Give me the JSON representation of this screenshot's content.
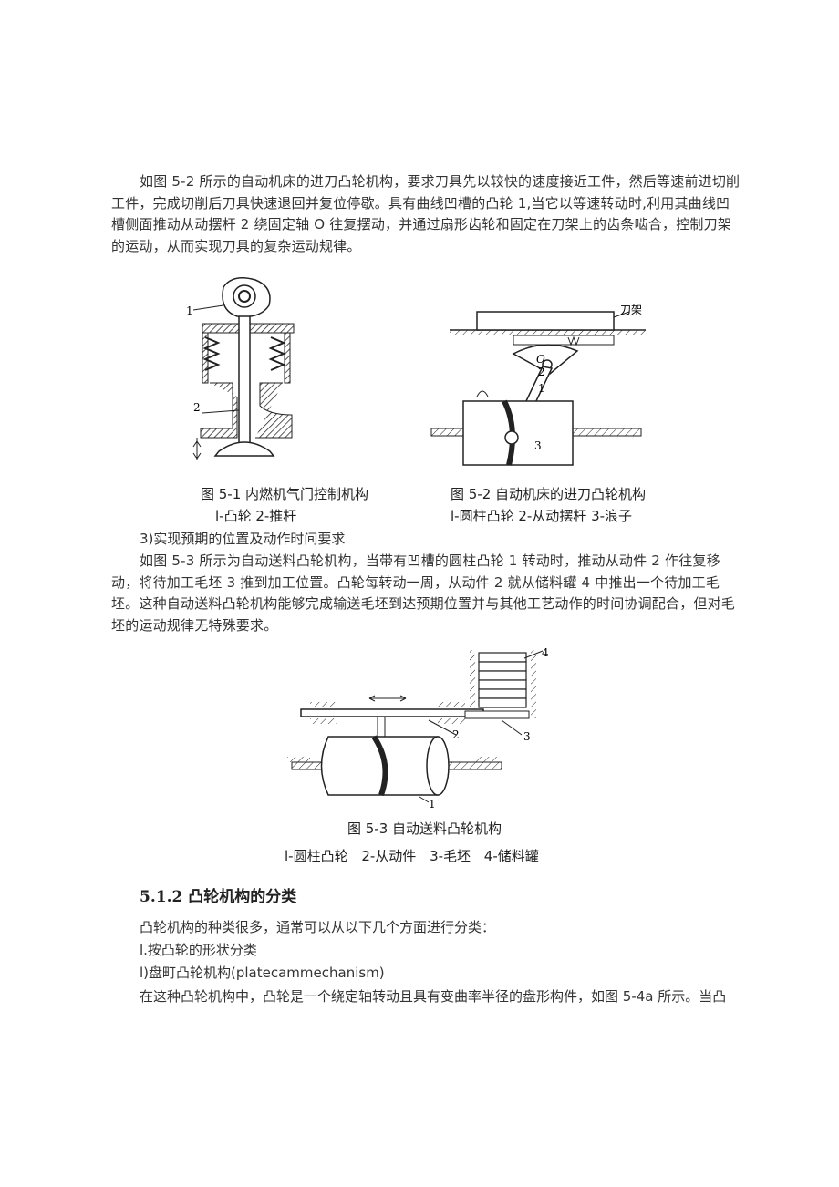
{
  "paragraph1": "如图 5-2 所示的自动机床的进刀凸轮机构，要求刀具先以较快的速度接近工件，然后等速前进切削工件，完成切削后刀具快速退回并复位停歇。具有曲线凹槽的凸轮 1,当它以等速转动时,利用其曲线凹槽侧面推动从动摆杆 2 绕固定轴 O 往复摆动，并通过扇形齿轮和固定在刀架上的齿条啮合，控制刀架的运动，从而实现刀具的复杂运动规律。",
  "fig1": {
    "caption": "图 5-1 内燃机气门控制机构",
    "legend": "l-凸轮 2-推杆",
    "labels": {
      "n1": "1",
      "n2": "2"
    }
  },
  "fig2": {
    "caption": "图 5-2 自动机床的进刀凸轮机构",
    "legend": "l-圆柱凸轮 2-从动摆杆 3-浪子",
    "labels": {
      "tool_holder": "刀架",
      "axis": "O",
      "n1": "1",
      "n2": "2",
      "n3": "3"
    }
  },
  "section3_title": "3)实现预期的位置及动作时间要求",
  "paragraph2": "如图 5-3 所示为自动送料凸轮机构，当带有凹槽的圆柱凸轮 1 转动时，推动从动件 2 作往复移动，将待加工毛坯 3 推到加工位置。凸轮每转动一周，从动件 2 就从储料罐 4 中推出一个待加工毛坯。这种自动送料凸轮机构能够完成输送毛坯到达预期位置并与其他工艺动作的时间协调配合，但对毛坯的运动规律无特殊要求。",
  "fig3": {
    "caption": "图 5-3 自动送料凸轮机构",
    "legend": "l-圆柱凸轮 2-从动件 3-毛坯 4-储料罐",
    "labels": {
      "n1": "1",
      "n2": "2",
      "n3": "3",
      "n4": "4"
    }
  },
  "heading": "5.1.2 凸轮机构的分类",
  "intro": "凸轮机构的种类很多，通常可以从以下几个方面进行分类：",
  "class1": "l.按凸轮的形状分类",
  "class1a": "l)盘町凸轮机构(platecammechanism)",
  "paragraph3": "在这种凸轮机构中，凸轮是一个绕定轴转动且具有变曲率半径的盘形构件，如图 5-4a 所示。当凸"
}
